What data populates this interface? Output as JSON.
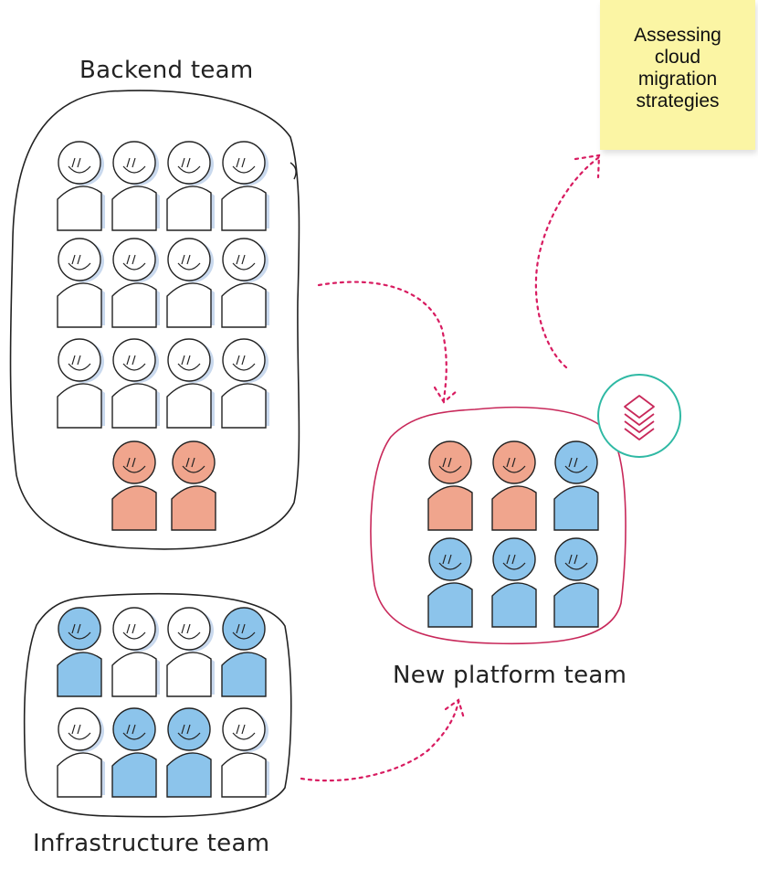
{
  "labels": {
    "backend_team": "Backend team",
    "new_platform_team": "New platform team",
    "infrastructure_team": "Infrastructure team",
    "sticky_note": "Assessing\ncloud\nmigration\nstrategies"
  },
  "colors": {
    "white_member": "#ffffff",
    "orange_member": "#f0a58d",
    "blue_member": "#8cc4eb",
    "shadow": "#c9d9ee",
    "outline": "#222222",
    "platform_border": "#c8285a",
    "arrow": "#d81b60",
    "badge_ring": "#2fb9a4",
    "badge_icon": "#c8285a",
    "sticky_bg": "#fbf5a4"
  },
  "teams": {
    "backend": {
      "rows": [
        [
          "white",
          "white",
          "white",
          "white"
        ],
        [
          "white",
          "white",
          "white",
          "white"
        ],
        [
          "white",
          "white",
          "white",
          "white"
        ],
        [
          "orange",
          "orange"
        ]
      ]
    },
    "infrastructure": {
      "rows": [
        [
          "blue",
          "white",
          "white",
          "blue"
        ],
        [
          "white",
          "blue",
          "blue",
          "white"
        ]
      ]
    },
    "new_platform": {
      "rows": [
        [
          "orange",
          "orange",
          "blue"
        ],
        [
          "blue",
          "blue",
          "blue"
        ]
      ]
    }
  },
  "icons": {
    "platform_badge": "stacked-layers-icon",
    "arrows": "dotted-arrow-icon"
  }
}
